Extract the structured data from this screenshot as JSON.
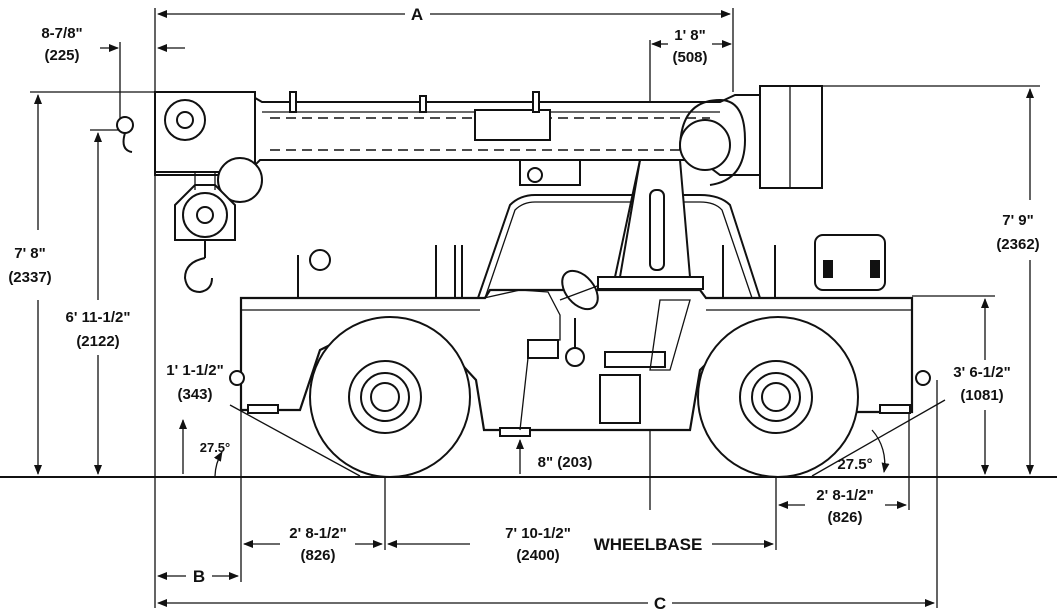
{
  "labels": {
    "A": "A",
    "B": "B",
    "C": "C",
    "wheelbase": "WHEELBASE",
    "hook_offset": "8-7/8\"",
    "hook_offset_mm": "(225)",
    "boom_rear": "1' 8\"",
    "boom_rear_mm": "(508)",
    "height_total_l": "7' 8\"",
    "height_total_l_mm": "(2337)",
    "height_hook": "6' 11-1/2\"",
    "height_hook_mm": "(2122)",
    "front_oh_height": "1' 1-1/2\"",
    "front_oh_height_mm": "(343)",
    "angle_front": "27.5°",
    "angle_rear": "27.5°",
    "clearance": "8\" (203)",
    "height_total_r": "7' 9\"",
    "height_total_r_mm": "(2362)",
    "rear_height": "3' 6-1/2\"",
    "rear_height_mm": "(1081)",
    "front_axle_oh": "2' 8-1/2\"",
    "front_axle_oh_mm": "(826)",
    "wheelbase_len": "7' 10-1/2\"",
    "wheelbase_len_mm": "(2400)",
    "rear_axle_oh": "2' 8-1/2\"",
    "rear_axle_oh_mm": "(826)"
  },
  "colors": {
    "line": "#111111",
    "background": "#ffffff"
  }
}
